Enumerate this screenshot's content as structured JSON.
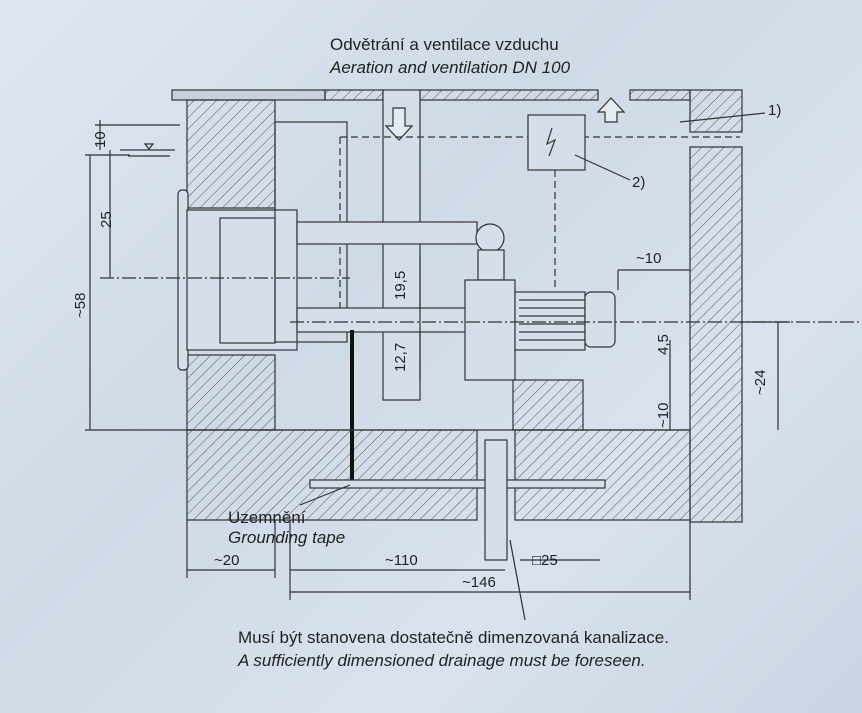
{
  "title": {
    "cz": "Odvětrání a ventilace vzduchu",
    "en": "Aeration and ventilation DN 100"
  },
  "grounding": {
    "cz": "Uzemnění",
    "en": "Grounding tape"
  },
  "note": {
    "cz": "Musí být stanovena dostatečně dimenzovaná kanalizace.",
    "en": "A sufficiently dimensioned drainage must be foreseen."
  },
  "callouts": {
    "c1": "1)",
    "c2": "2)"
  },
  "dimensions": {
    "d10": "10",
    "d25": "25",
    "d58": "~58",
    "d19_5": "19,5",
    "d12_7": "12,7",
    "d10r": "~10",
    "d4_5": "4,5",
    "d10v": "~10",
    "d24": "~24",
    "d20": "~20",
    "d110": "~110",
    "d25sq": "□25",
    "d146": "~146"
  }
}
